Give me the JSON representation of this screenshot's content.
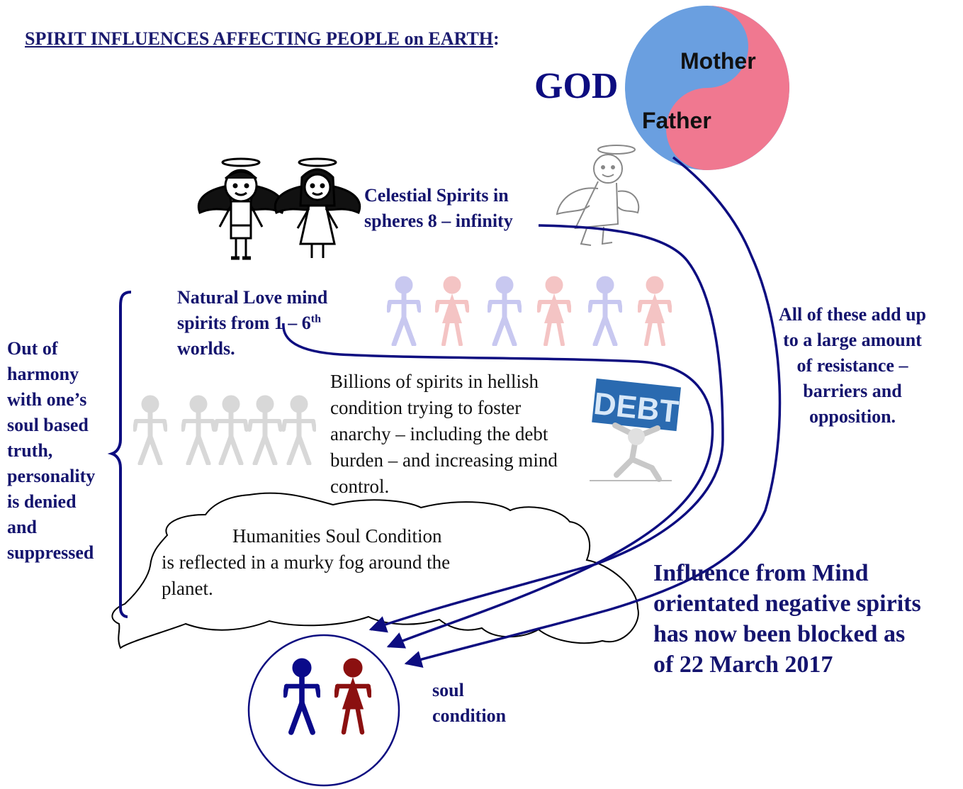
{
  "title": {
    "main": "SPIRIT INFLUENCES AFFECTING PEOPLE on EARTH",
    "colon": ":"
  },
  "god": {
    "label": "GOD",
    "mother": "Mother",
    "father": "Father",
    "colors": {
      "mother": "#f07890",
      "father": "#6a9fe0"
    }
  },
  "labels": {
    "celestial": [
      "Celestial Spirits in",
      "spheres 8 – infinity"
    ],
    "natural_love": {
      "line1": "Natural Love mind",
      "line2_pre": "spirits from 1 – 6",
      "line2_sup": "th",
      "line3": "worlds."
    },
    "out_of_harmony": [
      "Out of",
      "harmony",
      "with one’s",
      "soul based",
      "truth,",
      "personality",
      "is denied",
      "and",
      "suppressed"
    ],
    "billions": [
      "Billions of spirits in hellish",
      "condition trying to foster",
      "anarchy – including the debt",
      "burden – and increasing mind",
      "control."
    ],
    "humanities": [
      "Humanities Soul Condition",
      "is reflected in a murky fog around the",
      "planet."
    ],
    "all_of_these": [
      "All of these add up",
      "to a large amount",
      "of resistance –",
      "barriers and",
      "opposition."
    ],
    "influence": [
      "Influence from Mind",
      "orientated negative spirits",
      "has now been blocked as",
      "of 22 March 2017"
    ],
    "soul_condition": [
      "soul",
      "condition"
    ],
    "debt_sign": "DEBT"
  },
  "colors": {
    "heading": "#14146e",
    "arrow": "#0d0d80",
    "person_blue": "#0a0a8a",
    "person_red": "#8b1010",
    "ghost_blue": "#c8c8f0",
    "ghost_pink": "#f4c4c4",
    "ghost_grey": "#d8d8d8",
    "debt_blue": "#2a6ab0"
  }
}
